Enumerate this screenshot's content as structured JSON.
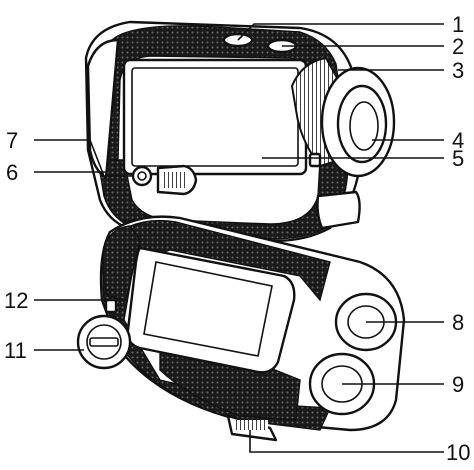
{
  "diagram": {
    "colors": {
      "ink": "#111111",
      "grip": "#1a1a1a",
      "body": "#ffffff"
    },
    "callouts": [
      {
        "label": "1"
      },
      {
        "label": "2"
      },
      {
        "label": "3"
      },
      {
        "label": "4"
      },
      {
        "label": "5"
      },
      {
        "label": "6"
      },
      {
        "label": "7"
      },
      {
        "label": "8"
      },
      {
        "label": "9"
      },
      {
        "label": "10"
      },
      {
        "label": "11"
      },
      {
        "label": "12"
      }
    ]
  }
}
